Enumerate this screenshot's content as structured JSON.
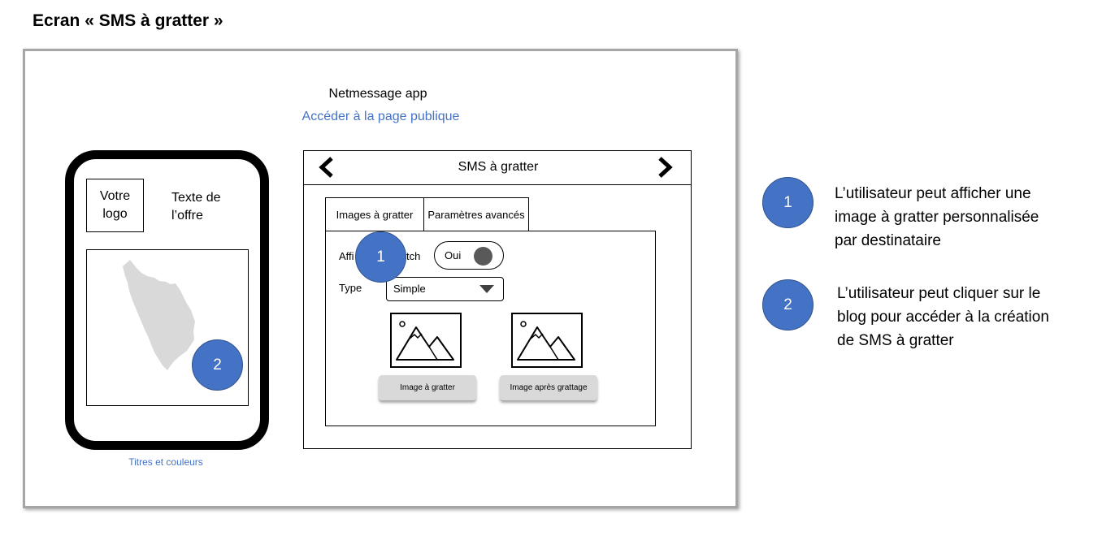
{
  "screen_title": "Ecran « SMS à gratter »",
  "app": {
    "name": "Netmessage app",
    "public_link": "Accéder à la page publique"
  },
  "phone": {
    "logo_text": "Votre\nlogo",
    "offer_text": "Texte de\nl’offre",
    "caption": "Titres et couleurs"
  },
  "panel": {
    "title": "SMS à gratter",
    "prev_icon": "chevron-left-icon",
    "next_icon": "chevron-right-icon",
    "tabs": [
      {
        "label": "Images à gratter"
      },
      {
        "label": "Paramètres avancés"
      }
    ],
    "fields": {
      "display_prefix": "Affi",
      "display_suffix": "tch",
      "toggle_value": "Oui",
      "type_label": "Type",
      "type_value": "Simple"
    },
    "buttons": {
      "scratch_image": "Image à gratter",
      "after_image": "Image après grattage"
    }
  },
  "markers": [
    "1",
    "2"
  ],
  "legend": [
    {
      "number": "1",
      "text": "L’utilisateur peut afficher une\nimage à gratter personnalisée\npar destinataire"
    },
    {
      "number": "2",
      "text": "L’utilisateur peut cliquer sur le\nblog pour accéder à la création\nde SMS à gratter"
    }
  ],
  "colors": {
    "accent": "#4472c4",
    "toggle_knob": "#595959",
    "button": "#d9d9d9",
    "scratch_mark": "#d9d9d9",
    "frame_border": "#a6a6a6"
  }
}
